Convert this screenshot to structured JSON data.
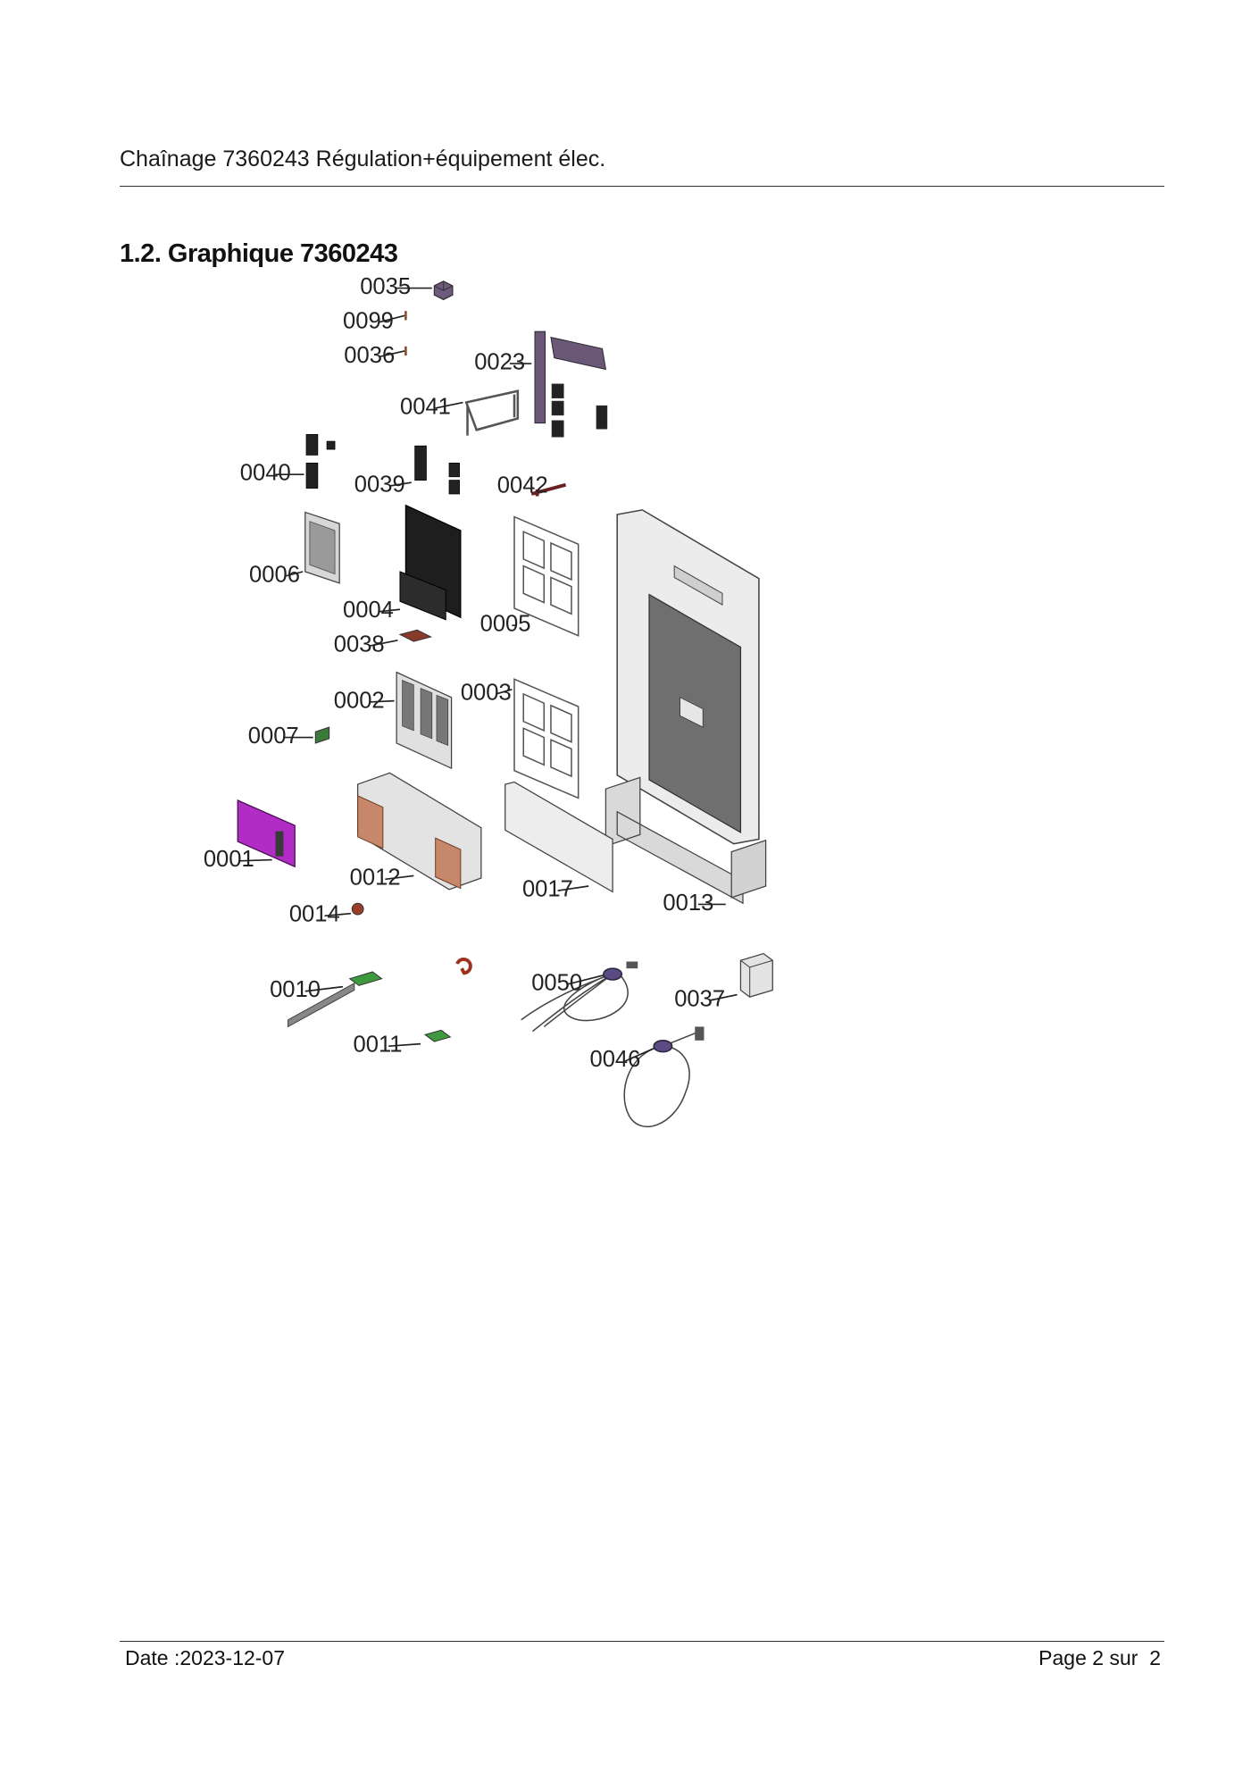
{
  "header": {
    "title": "Chaînage 7360243 Régulation+équipement élec."
  },
  "section": {
    "title": "1.2. Graphique 7360243"
  },
  "parts": [
    {
      "id": "p0035",
      "label": "0035"
    },
    {
      "id": "p0099",
      "label": "0099"
    },
    {
      "id": "p0036",
      "label": "0036"
    },
    {
      "id": "p0023",
      "label": "0023"
    },
    {
      "id": "p0041",
      "label": "0041"
    },
    {
      "id": "p0040",
      "label": "0040"
    },
    {
      "id": "p0039",
      "label": "0039"
    },
    {
      "id": "p0042",
      "label": "0042"
    },
    {
      "id": "p0006",
      "label": "0006"
    },
    {
      "id": "p0004",
      "label": "0004"
    },
    {
      "id": "p0005",
      "label": "0005"
    },
    {
      "id": "p0038",
      "label": "0038"
    },
    {
      "id": "p0003",
      "label": "0003"
    },
    {
      "id": "p0002",
      "label": "0002"
    },
    {
      "id": "p0007",
      "label": "0007"
    },
    {
      "id": "p0001",
      "label": "0001"
    },
    {
      "id": "p0012",
      "label": "0012"
    },
    {
      "id": "p0017",
      "label": "0017"
    },
    {
      "id": "p0013",
      "label": "0013"
    },
    {
      "id": "p0014",
      "label": "0014"
    },
    {
      "id": "p0010",
      "label": "0010"
    },
    {
      "id": "p0050",
      "label": "0050"
    },
    {
      "id": "p0037",
      "label": "0037"
    },
    {
      "id": "p0011",
      "label": "0011"
    },
    {
      "id": "p0046",
      "label": "0046"
    }
  ],
  "footer": {
    "date": "Date :2023-12-07",
    "page_prefix": "Page 2 sur",
    "page_total": "2"
  }
}
